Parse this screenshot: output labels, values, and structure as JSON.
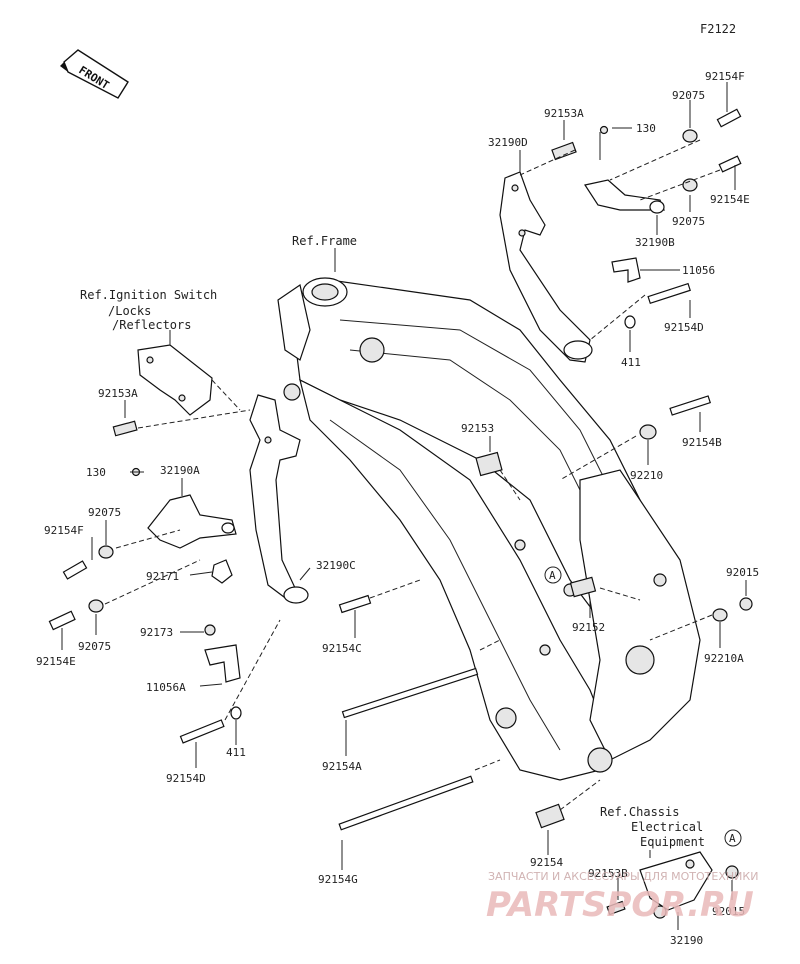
{
  "diagram": {
    "code": "F2122",
    "front_label": "FRONT",
    "refs": {
      "frame": "Ref.Frame",
      "ignition_l1": "Ref.Ignition Switch",
      "ignition_l2": "/Locks",
      "ignition_l3": "/Reflectors",
      "chassis_l1": "Ref.Chassis",
      "chassis_l2": "Electrical",
      "chassis_l3": "Equipment"
    },
    "marker": "A",
    "watermark_line": "ЗАПЧАСТИ И АКСЕССУАРЫ ДЛЯ МОТОТЕХНИКИ",
    "watermark_brand": "PARTSPOR.RU",
    "parts": {
      "p92154F_r": "92154F",
      "p92075_r1": "92075",
      "p92153A_r": "92153A",
      "p130_r": "130",
      "p32190D": "32190D",
      "p92154E_r": "92154E",
      "p92075_r2": "92075",
      "p32190B": "32190B",
      "p11056": "11056",
      "p92154D_r": "92154D",
      "p411_r": "411",
      "p92153": "92153",
      "p92154B": "92154B",
      "p92210": "92210",
      "p92153A_l": "92153A",
      "p130_l": "130",
      "p32190A": "32190A",
      "p92075_l1": "92075",
      "p92154F_l": "92154F",
      "p92171": "92171",
      "p32190C": "32190C",
      "p92173": "92173",
      "p92075_l2": "92075",
      "p92154E_l": "92154E",
      "p11056A": "11056A",
      "p92154C": "92154C",
      "p92152": "92152",
      "p92015_r": "92015",
      "p92210A": "92210A",
      "p92154D_l": "92154D",
      "p411_l": "411",
      "p92154A": "92154A",
      "p92154G": "92154G",
      "p92154": "92154",
      "p92153B": "92153B",
      "p92015_b": "92015",
      "p32190": "32190"
    }
  }
}
